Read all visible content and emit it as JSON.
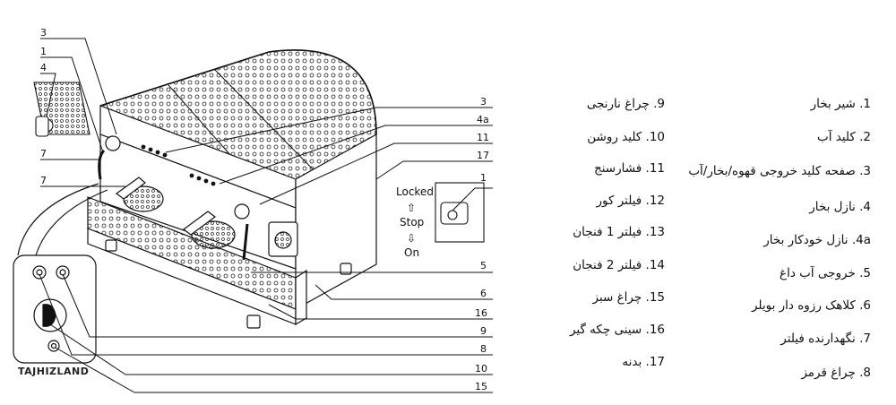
{
  "callouts": {
    "left": [
      "3",
      "1",
      "4",
      "7",
      "7"
    ],
    "right": [
      "3",
      "4a",
      "11",
      "17",
      "1",
      "5",
      "6",
      "16",
      "9",
      "8",
      "10",
      "15"
    ]
  },
  "valve_states": {
    "locked": "Locked",
    "stop": "Stop",
    "on": "On"
  },
  "logo": {
    "text": "TAJHIZLAND",
    "accent_color": "#f39a1c"
  },
  "legend": {
    "right_column": [
      "1. شیر بخار",
      "2. کلید آب",
      "3. صفحه کلید خروجی قهوه/بخار/آب",
      "4. نازل بخار",
      "4a. نازل خودکار بخار",
      "5. خروجی آب داغ",
      "6. کلاهک رزوه دار  بویلر",
      "7. نگهدارنده فیلتر",
      "8. چراغ قرمز"
    ],
    "middle_column": [
      "9. چراغ نارنجی",
      "10. کلید روشن",
      "11. فشارسنج",
      "12. فیلتر کور",
      "13. فیلتر 1 فنجان",
      "14. فیلتر 2 فنجان",
      "15. چراغ سبز",
      "16. سینی چکه گیر",
      "17. بدنه"
    ]
  }
}
